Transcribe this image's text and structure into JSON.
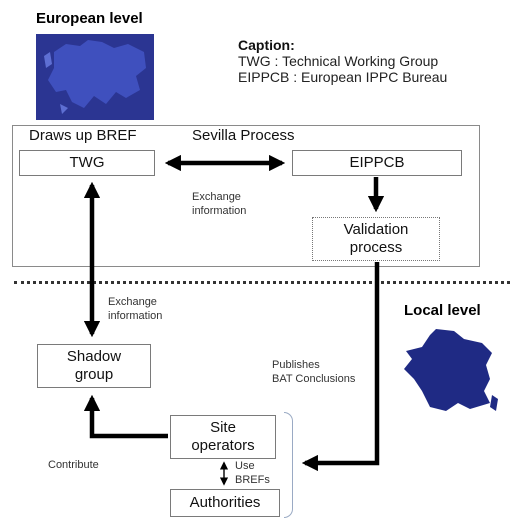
{
  "headings": {
    "european": "European level",
    "local": "Local level"
  },
  "caption": {
    "title": "Caption:",
    "lines": [
      "TWG : Technical Working Group",
      "EIPPCB : European IPPC Bureau"
    ]
  },
  "panel": {
    "draws_up": "Draws up BREF",
    "process": "Sevilla Process"
  },
  "nodes": {
    "twg": "TWG",
    "eippcb": "EIPPCB",
    "validation": [
      "Validation",
      "process"
    ],
    "shadow": [
      "Shadow",
      "group"
    ],
    "site": [
      "Site",
      "operators"
    ],
    "authorities": "Authorities"
  },
  "labels": {
    "exchange_top": [
      "Exchange",
      "information"
    ],
    "exchange_left": [
      "Exchange",
      "information"
    ],
    "publishes": [
      "Publishes",
      "BAT Conclusions"
    ],
    "contribute": "Contribute",
    "use": [
      "Use",
      "BREFs"
    ]
  },
  "colors": {
    "map_fill": "#1f2a84",
    "arrow": "#000000",
    "box_border": "#7a7a7a"
  }
}
